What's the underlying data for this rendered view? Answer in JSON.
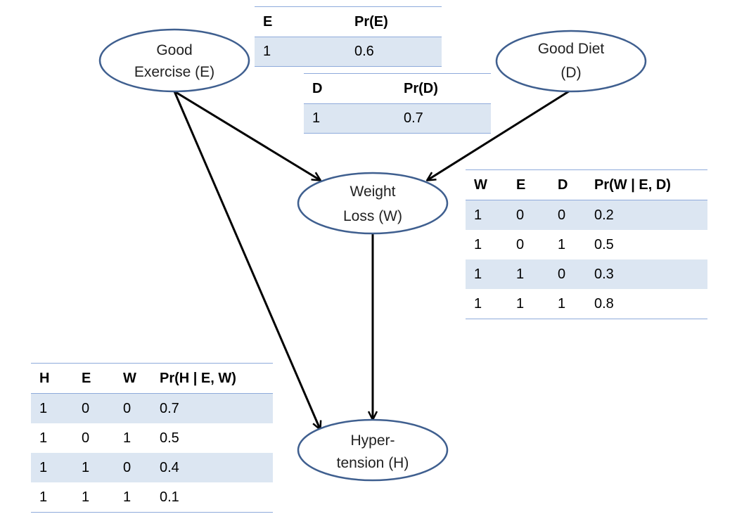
{
  "nodes": {
    "exercise": {
      "line1": "Good",
      "line2": "Exercise (E)"
    },
    "diet": {
      "line1": "Good Diet",
      "line2": "(D)"
    },
    "weight": {
      "line1": "Weight",
      "line2": "Loss (W)"
    },
    "hypertension": {
      "line1": "Hyper-",
      "line2": "tension (H)"
    }
  },
  "tables": {
    "pe": {
      "headers": [
        "E",
        "Pr(E)"
      ],
      "rows": [
        [
          "1",
          "0.6"
        ]
      ]
    },
    "pd": {
      "headers": [
        "D",
        "Pr(D)"
      ],
      "rows": [
        [
          "1",
          "0.7"
        ]
      ]
    },
    "pw": {
      "headers": [
        "W",
        "E",
        "D",
        "Pr(W | E, D)"
      ],
      "rows": [
        [
          "1",
          "0",
          "0",
          "0.2"
        ],
        [
          "1",
          "0",
          "1",
          "0.5"
        ],
        [
          "1",
          "1",
          "0",
          "0.3"
        ],
        [
          "1",
          "1",
          "1",
          "0.8"
        ]
      ]
    },
    "ph": {
      "headers": [
        "H",
        "E",
        "W",
        "Pr(H | E, W)"
      ],
      "rows": [
        [
          "1",
          "0",
          "0",
          "0.7"
        ],
        [
          "1",
          "0",
          "1",
          "0.5"
        ],
        [
          "1",
          "1",
          "0",
          "0.4"
        ],
        [
          "1",
          "1",
          "1",
          "0.1"
        ]
      ]
    }
  },
  "colors": {
    "node_stroke": "#3f5f8f",
    "row_shade": "#dce6f2",
    "rule": "#8eaadb",
    "edge": "#000000"
  }
}
